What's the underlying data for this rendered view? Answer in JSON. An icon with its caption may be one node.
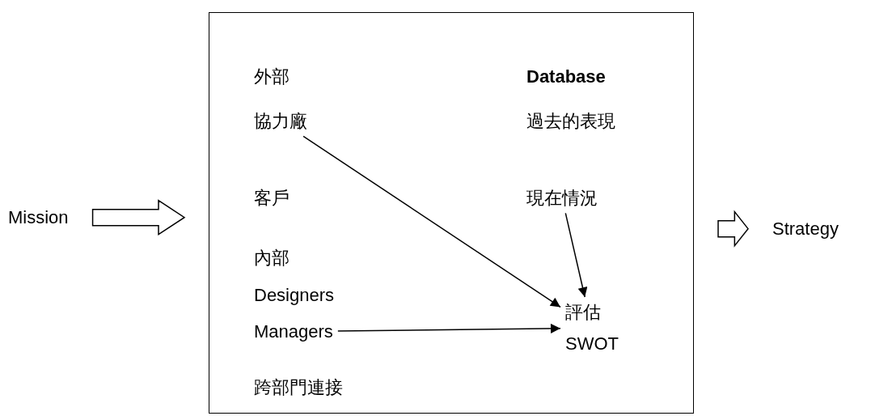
{
  "diagram": {
    "nodes": [
      {
        "text": [
          "Mission"
        ]
      },
      {
        "text": [],
        "shape": "box"
      },
      {
        "text": [
          "外部"
        ],
        "in": 1
      },
      {
        "text": [
          "協力廠"
        ],
        "in": 1
      },
      {
        "text": [
          "客戶"
        ],
        "in": 1
      },
      {
        "text": [
          "內部"
        ],
        "in": 1
      },
      {
        "text": [
          "Designers"
        ],
        "in": 1
      },
      {
        "text": [
          "Managers"
        ],
        "in": 1
      },
      {
        "text": [
          "跨部門連接"
        ],
        "in": 1
      },
      {
        "text": [
          "Database"
        ],
        "in": 1
      },
      {
        "text": [
          "過去的表現"
        ],
        "in": 1
      },
      {
        "text": [
          "現在情況"
        ],
        "in": 1
      },
      {
        "text": [
          "評估",
          "SWOT"
        ],
        "in": 1
      },
      {
        "text": [
          "Strategy"
        ]
      }
    ],
    "edges": [
      {
        "from": 0,
        "to": 1,
        "arrow": "to",
        "style": "thick"
      },
      {
        "from": 1,
        "to": 13,
        "arrow": "to",
        "style": "thick"
      },
      {
        "from": 3,
        "to": 12,
        "arrow": "to"
      },
      {
        "from": 11,
        "to": 12,
        "arrow": "to"
      },
      {
        "from": 7,
        "to": 12,
        "arrow": "to"
      }
    ]
  }
}
